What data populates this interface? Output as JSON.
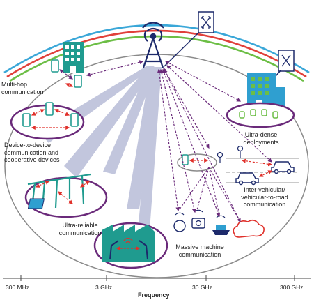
{
  "labels": {
    "multihop": "Multi-hop\ncommunication",
    "d2d": "Device-to-device\ncommunication and\ncooperative devices",
    "ultra_reliable": "Ultra-reliable\ncommunication",
    "ultra_dense": "Ultra-dense\ndeployments",
    "vehicular": "Inter-vehicular/\nvehicular-to-road\ncommunication",
    "massive": "Massive machine\ncommunication"
  },
  "axis": {
    "ticks": [
      "300 MHz",
      "3 GHz",
      "30 GHz",
      "300 GHz"
    ],
    "title": "Frequency"
  },
  "colors": {
    "arc_blue": "#3aa7d8",
    "arc_red": "#e0403a",
    "arc_green": "#6cbe45",
    "beam": "#bfc3dc",
    "link_purple": "#6a2a7a",
    "link_red": "#e0302a",
    "device_teal": "#1f9b8f",
    "ring_purple": "#6a2a7a",
    "building_blue": "#2f9fd0",
    "tower_navy": "#1d2a6b"
  },
  "icons": [
    "cell-tower-icon",
    "antenna-box-icon",
    "building-icon",
    "phone-icon",
    "factory-icon",
    "robot-arm-icon",
    "car-icon",
    "camera-icon",
    "ship-icon",
    "cloud-icon",
    "solar-panel-icon"
  ]
}
